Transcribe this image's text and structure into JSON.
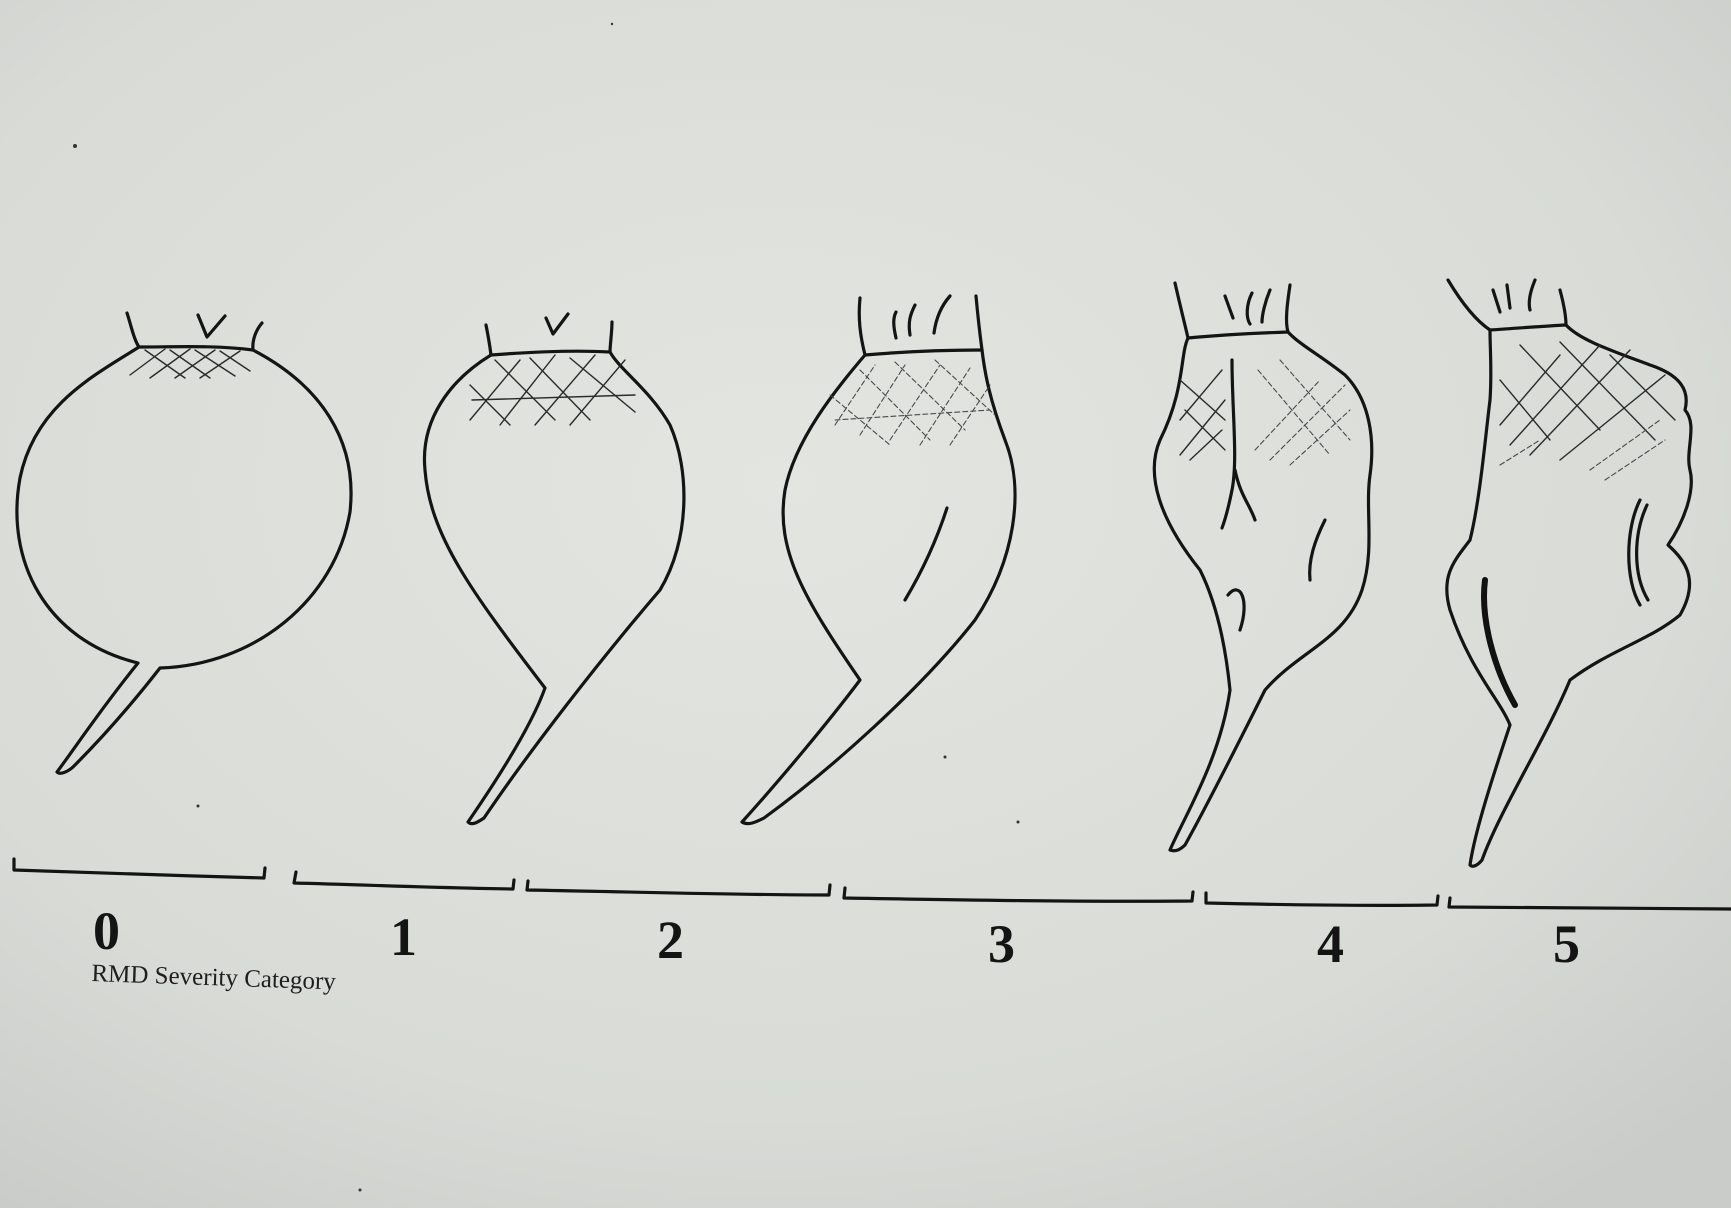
{
  "scale": {
    "labels": [
      "0",
      "1",
      "2",
      "3",
      "4",
      "5"
    ],
    "caption": "RMD Severity Category"
  },
  "colors": {
    "paper": "#d9dcd8",
    "ink": "#141414"
  }
}
